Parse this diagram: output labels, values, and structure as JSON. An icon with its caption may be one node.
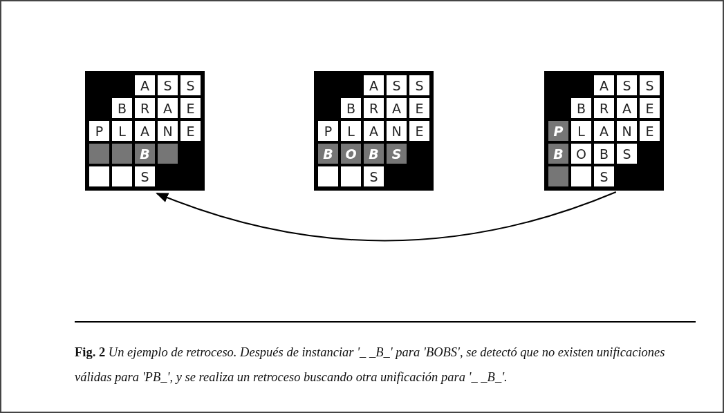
{
  "diagram": {
    "caption": "**Fig. 2** *Un ejemplo de retroceso. Después de instanciar '_ _B_' para 'BOBS', se detectó que no existen unificaciones válidas para 'PB_', y se realiza un retroceso buscando otra unificación para '_ _B_'.*",
    "nodes": [
      {
        "text": [
          "A",
          "S",
          "S",
          "B",
          "R",
          "A",
          "E",
          "P",
          "L",
          "A",
          "N",
          "E",
          "B",
          "S"
        ]
      },
      {
        "text": [
          "A",
          "S",
          "S",
          "B",
          "R",
          "A",
          "E",
          "P",
          "L",
          "A",
          "N",
          "E",
          "B",
          "O",
          "B",
          "S",
          "S"
        ]
      },
      {
        "text": [
          "A",
          "S",
          "S",
          "B",
          "R",
          "A",
          "E",
          "P",
          "L",
          "A",
          "N",
          "E",
          "B",
          "O",
          "B",
          "S",
          "S"
        ]
      }
    ],
    "edges": [
      {
        "from": 2,
        "to": 0,
        "arrow": "to"
      }
    ]
  }
}
